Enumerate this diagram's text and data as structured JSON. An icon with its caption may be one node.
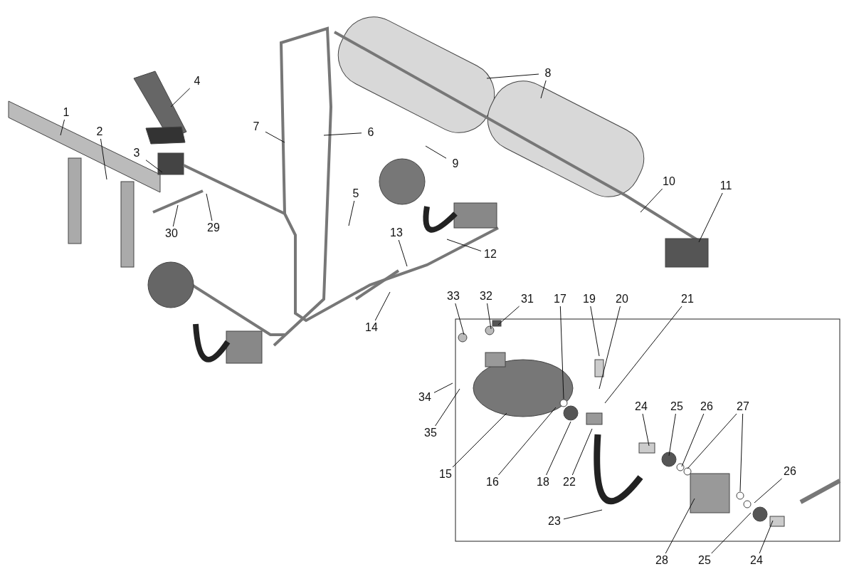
{
  "diagram": {
    "nodes": [
      {
        "text": [
          "1"
        ]
      },
      {
        "text": [
          "2"
        ]
      },
      {
        "text": [
          "3"
        ]
      },
      {
        "text": [
          "4"
        ]
      },
      {
        "text": [
          "7"
        ]
      },
      {
        "text": [
          "6"
        ]
      },
      {
        "text": [
          "8"
        ]
      },
      {
        "text": [
          "9"
        ]
      },
      {
        "text": [
          "10"
        ]
      },
      {
        "text": [
          "11"
        ]
      },
      {
        "text": [
          "5"
        ]
      },
      {
        "text": [
          "30"
        ]
      },
      {
        "text": [
          "29"
        ]
      },
      {
        "text": [
          "13"
        ]
      },
      {
        "text": [
          "12"
        ]
      },
      {
        "text": [
          "33"
        ]
      },
      {
        "text": [
          "32"
        ]
      },
      {
        "text": [
          "31"
        ]
      },
      {
        "text": [
          "17"
        ]
      },
      {
        "text": [
          "19"
        ]
      },
      {
        "text": [
          "20"
        ]
      },
      {
        "text": [
          "21"
        ]
      },
      {
        "text": [
          "14"
        ]
      },
      {
        "text": [
          "34"
        ]
      },
      {
        "text": [
          "24"
        ]
      },
      {
        "text": [
          "25"
        ]
      },
      {
        "text": [
          "26"
        ]
      },
      {
        "text": [
          "27"
        ]
      },
      {
        "text": [
          "35"
        ]
      },
      {
        "text": [
          "26"
        ]
      },
      {
        "text": [
          "15"
        ]
      },
      {
        "text": [
          "16"
        ]
      },
      {
        "text": [
          "18"
        ]
      },
      {
        "text": [
          "22"
        ]
      },
      {
        "text": [
          "23"
        ]
      },
      {
        "text": [
          "28"
        ]
      },
      {
        "text": [
          "25"
        ]
      },
      {
        "text": [
          "24"
        ]
      }
    ],
    "edges": [
      {
        "from": 0,
        "to": null,
        "arrow": "none"
      },
      {
        "from": 1,
        "to": null,
        "arrow": "none"
      },
      {
        "from": 2,
        "to": null,
        "arrow": "none"
      },
      {
        "from": 3,
        "to": null,
        "arrow": "none"
      },
      {
        "from": 4,
        "to": null,
        "arrow": "none"
      },
      {
        "from": 5,
        "to": null,
        "arrow": "none"
      },
      {
        "from": 6,
        "to": null,
        "arrow": "none"
      },
      {
        "from": 6,
        "to": null,
        "arrow": "none"
      },
      {
        "from": 7,
        "to": null,
        "arrow": "none"
      },
      {
        "from": 8,
        "to": null,
        "arrow": "none"
      },
      {
        "from": 9,
        "to": null,
        "arrow": "none"
      },
      {
        "from": 10,
        "to": null,
        "arrow": "none"
      },
      {
        "from": 11,
        "to": null,
        "arrow": "none"
      },
      {
        "from": 12,
        "to": null,
        "arrow": "none"
      },
      {
        "from": 13,
        "to": null,
        "arrow": "none"
      },
      {
        "from": 14,
        "to": null,
        "arrow": "none"
      },
      {
        "from": 15,
        "to": null,
        "arrow": "none"
      },
      {
        "from": 16,
        "to": null,
        "arrow": "none"
      },
      {
        "from": 17,
        "to": null,
        "arrow": "none"
      },
      {
        "from": 18,
        "to": null,
        "arrow": "none"
      },
      {
        "from": 19,
        "to": null,
        "arrow": "none"
      },
      {
        "from": 20,
        "to": null,
        "arrow": "none"
      },
      {
        "from": 21,
        "to": null,
        "arrow": "none"
      },
      {
        "from": 22,
        "to": null,
        "arrow": "none"
      },
      {
        "from": 23,
        "to": null,
        "arrow": "none"
      },
      {
        "from": 24,
        "to": null,
        "arrow": "none"
      },
      {
        "from": 25,
        "to": null,
        "arrow": "none"
      },
      {
        "from": 26,
        "to": null,
        "arrow": "none"
      },
      {
        "from": 27,
        "to": null,
        "arrow": "none"
      },
      {
        "from": 27,
        "to": null,
        "arrow": "none"
      },
      {
        "from": 28,
        "to": null,
        "arrow": "none"
      },
      {
        "from": 29,
        "to": null,
        "arrow": "none"
      },
      {
        "from": 30,
        "to": null,
        "arrow": "none"
      },
      {
        "from": 31,
        "to": null,
        "arrow": "none"
      },
      {
        "from": 32,
        "to": null,
        "arrow": "none"
      },
      {
        "from": 33,
        "to": null,
        "arrow": "none"
      },
      {
        "from": 34,
        "to": null,
        "arrow": "none"
      },
      {
        "from": 35,
        "to": null,
        "arrow": "none"
      },
      {
        "from": 36,
        "to": null,
        "arrow": "none"
      },
      {
        "from": 37,
        "to": null,
        "arrow": "none"
      }
    ]
  }
}
